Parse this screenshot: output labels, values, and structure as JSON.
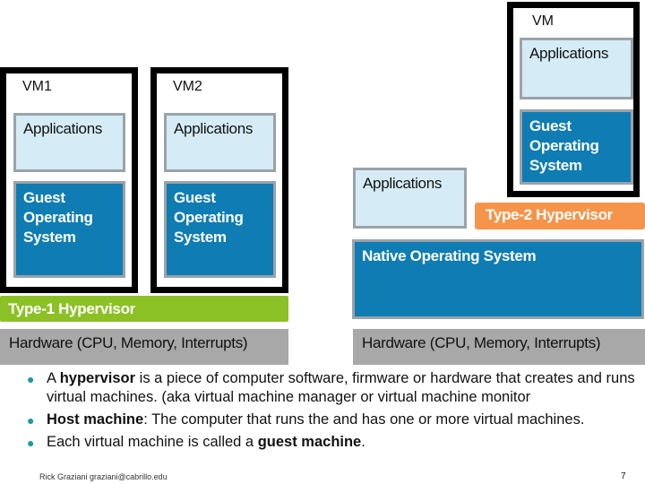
{
  "type1": {
    "vms": [
      {
        "title": "VM1",
        "apps": "Applications",
        "guest": [
          "Guest",
          "Operating",
          "System"
        ]
      },
      {
        "title": "VM2",
        "apps": "Applications",
        "guest": [
          "Guest",
          "Operating",
          "System"
        ]
      }
    ],
    "hypervisor": "Type-1 Hypervisor",
    "hardware": "Hardware (CPU, Memory, Interrupts)"
  },
  "type2": {
    "vm": {
      "title": "VM",
      "apps": "Applications",
      "guest": [
        "Guest",
        "Operating",
        "System"
      ]
    },
    "host_apps": "Applications",
    "hypervisor": "Type-2 Hypervisor",
    "native_os": "Native Operating System",
    "hardware": "Hardware (CPU, Memory, Interrupts)"
  },
  "bullets": [
    {
      "pre": "A ",
      "bold": "hypervisor",
      "post": " is a piece of computer software, firmware or hardware that creates and runs virtual machines. (aka virtual machine manager or virtual machine monitor"
    },
    {
      "pre": "",
      "bold": "Host machine",
      "post": ": The computer that runs the and has one or more virtual machines."
    },
    {
      "pre": "Each virtual machine is called a ",
      "bold": "guest machine",
      "post": "."
    }
  ],
  "footer": "Rick Graziani  graziani@cabrillo.edu",
  "page_number": "7",
  "colors": {
    "guest_os": "#0f7cb3",
    "apps": "#d5ecf7",
    "type1": "#8cc126",
    "type2": "#f5944a",
    "hardware": "#a8a8a8"
  }
}
